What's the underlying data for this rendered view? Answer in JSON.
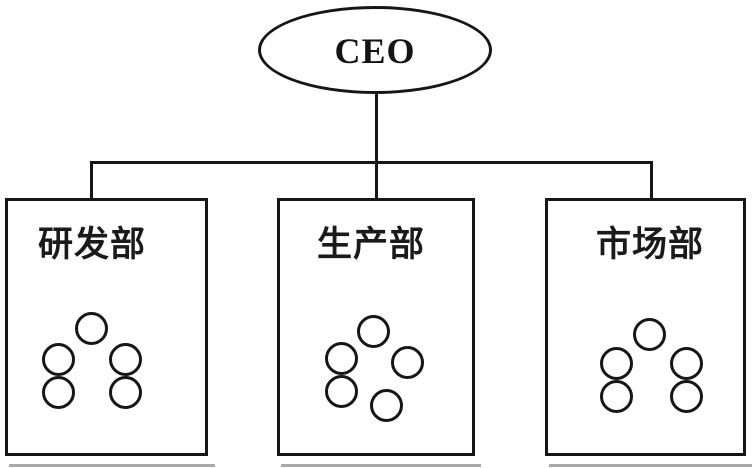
{
  "diagram": {
    "title": "organization-chart",
    "root": {
      "label": "CEO"
    },
    "departments": [
      {
        "label": "研发部",
        "member_count": 5
      },
      {
        "label": "生产部",
        "member_count": 5
      },
      {
        "label": "市场部",
        "member_count": 5
      }
    ],
    "colors": {
      "stroke": "#161616",
      "background": "#ffffff",
      "shadow": "#a8a8a8"
    }
  }
}
